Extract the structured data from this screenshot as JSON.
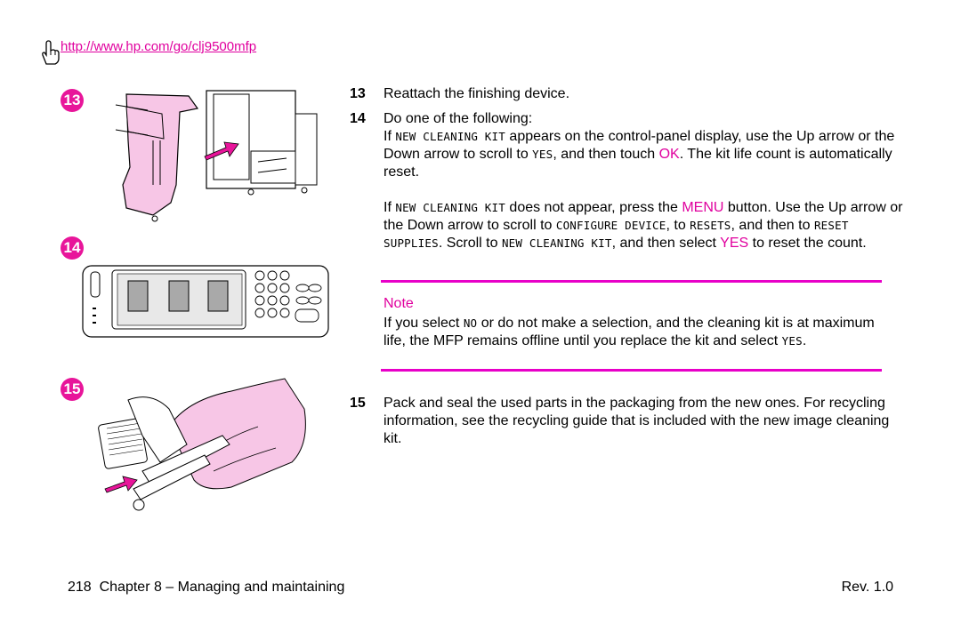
{
  "header": {
    "url": "http://www.hp.com/go/clj9500mfp"
  },
  "callouts": [
    "13",
    "14",
    "15"
  ],
  "steps": {
    "s13": {
      "num": "13",
      "text": "Reattach the finishing device."
    },
    "s14": {
      "num": "14",
      "text": "Do one of the following:",
      "p1": {
        "a": "If ",
        "code1": "NEW CLEANING KIT",
        "b": " appears on the control-panel display, use the Up arrow or the Down arrow to scroll to ",
        "code2": "YES",
        "c": ", and then touch ",
        "ok": "OK",
        "d": ". The kit life count is automatically reset."
      },
      "p2": {
        "a": "If ",
        "code1": "NEW CLEANING KIT",
        "b": " does not appear, press the ",
        "menu": "MENU",
        "c": " button. Use the Up arrow or the Down arrow to scroll to ",
        "code2": "CONFIGURE DEVICE",
        "d": ", to ",
        "code3": "RESETS",
        "e": ", and then to ",
        "code4": "RESET SUPPLIES",
        "f": ". Scroll to ",
        "code5": "NEW CLEANING KIT",
        "g": ", and then select ",
        "yes": "YES",
        "h": " to reset the count."
      }
    },
    "s15": {
      "num": "15",
      "text": "Pack and seal the used parts in the packaging from the new ones. For recycling information, see the recycling guide that is included with the new image cleaning kit."
    }
  },
  "note": {
    "label": "Note",
    "a": "If you select ",
    "code1": "NO",
    "b": " or do not make a selection, and the cleaning kit is at maximum life, the MFP remains offline until you replace the kit and select ",
    "code2": "YES",
    "c": "."
  },
  "footer": {
    "page": "218",
    "chapter": "Chapter 8 – Managing and maintaining",
    "rev": "Rev. 1.0"
  },
  "colors": {
    "accent": "#e0009e",
    "pink_fill": "#f7c6e6",
    "rule": "#e800c8"
  }
}
